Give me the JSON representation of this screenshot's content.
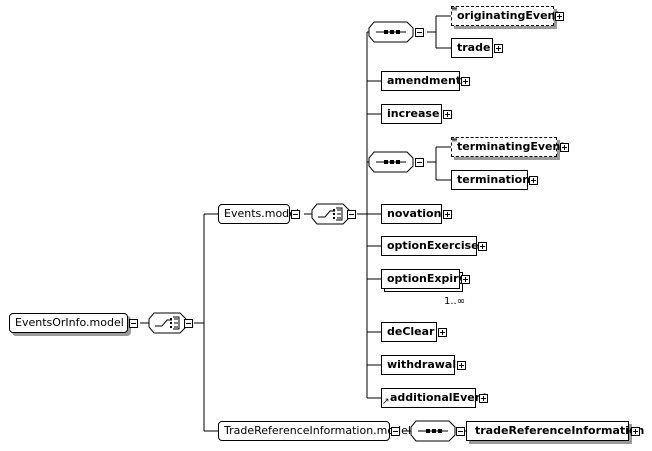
{
  "root": {
    "label": "EventsOrInfo.model"
  },
  "events_model": {
    "label": "Events.model"
  },
  "trade_ref_model": {
    "label": "TradeReferenceInformation.model"
  },
  "elements": {
    "originating_event": "originatingEvent",
    "trade": "trade",
    "amendment": "amendment",
    "increase": "increase",
    "terminating_event": "terminatingEvent",
    "termination": "termination",
    "novation": "novation",
    "option_exercise": "optionExercise",
    "option_expiry": "optionExpiry",
    "de_clear": "deClear",
    "withdrawal": "withdrawal",
    "additional_event": "additionalEvent",
    "trade_reference_information": "tradeReferenceInformation"
  },
  "cardinality": {
    "option_expiry": "1..∞"
  },
  "icons": {
    "sequence": "sequence-compositor-icon",
    "choice": "choice-compositor-icon",
    "expand": "plus-icon",
    "collapse": "minus-icon"
  }
}
